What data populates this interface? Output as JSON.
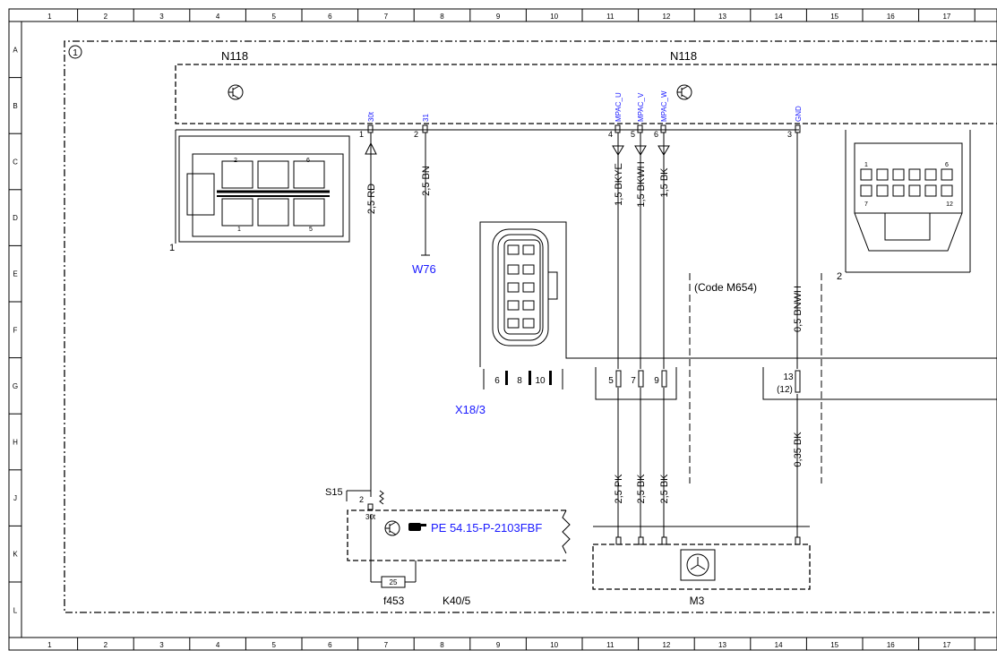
{
  "grid": {
    "columns": [
      "1",
      "2",
      "3",
      "4",
      "5",
      "6",
      "7",
      "8",
      "9",
      "10",
      "11",
      "12",
      "13",
      "14",
      "15",
      "16",
      "17"
    ],
    "rows": [
      "A",
      "B",
      "C",
      "D",
      "E",
      "F",
      "G",
      "H",
      "J",
      "K",
      "L"
    ]
  },
  "components": {
    "region_marker": "1",
    "ecu_left": "N118",
    "ecu_right": "N118",
    "connector_left_callout": "1",
    "connector_right_callout": "2",
    "ground_ref": "W76",
    "connector_mid": "X18/3",
    "code_note": "(Code M654)",
    "switch": "S15",
    "fuse": "f453",
    "fuse_value": "25",
    "relay": "K40/5",
    "motor": "M3",
    "ref_link": "PE 54.15-P-2103FBF"
  },
  "pins_top": [
    {
      "num": "1",
      "label": "30t"
    },
    {
      "num": "2",
      "label": "31"
    },
    {
      "num": "4",
      "label": "MPAC_U"
    },
    {
      "num": "5",
      "label": "MPAC_V"
    },
    {
      "num": "6",
      "label": "MPAC_W"
    },
    {
      "num": "3",
      "label": "GND"
    }
  ],
  "wires_top": [
    "2,5 RD",
    "2,5 BN",
    "1,5 BKYE",
    "1,5 BKWH",
    "1,5 BK",
    "0,5 BNWH"
  ],
  "wires_bottom": [
    "2,5 PK",
    "2,5 BK",
    "2,5 BK",
    "0,35 BK"
  ],
  "x18_pins_left": [
    "6",
    "8",
    "10"
  ],
  "x18_pins_mid": [
    "5",
    "7",
    "9"
  ],
  "x18_pin_right": "13",
  "x18_pin_right_alt": "(12)",
  "connector_left_pins": [
    "2",
    "6",
    "1",
    "5"
  ],
  "connector_right_pins": [
    "1",
    "6",
    "7",
    "12"
  ],
  "relay_pins": [
    "2",
    "30t"
  ]
}
